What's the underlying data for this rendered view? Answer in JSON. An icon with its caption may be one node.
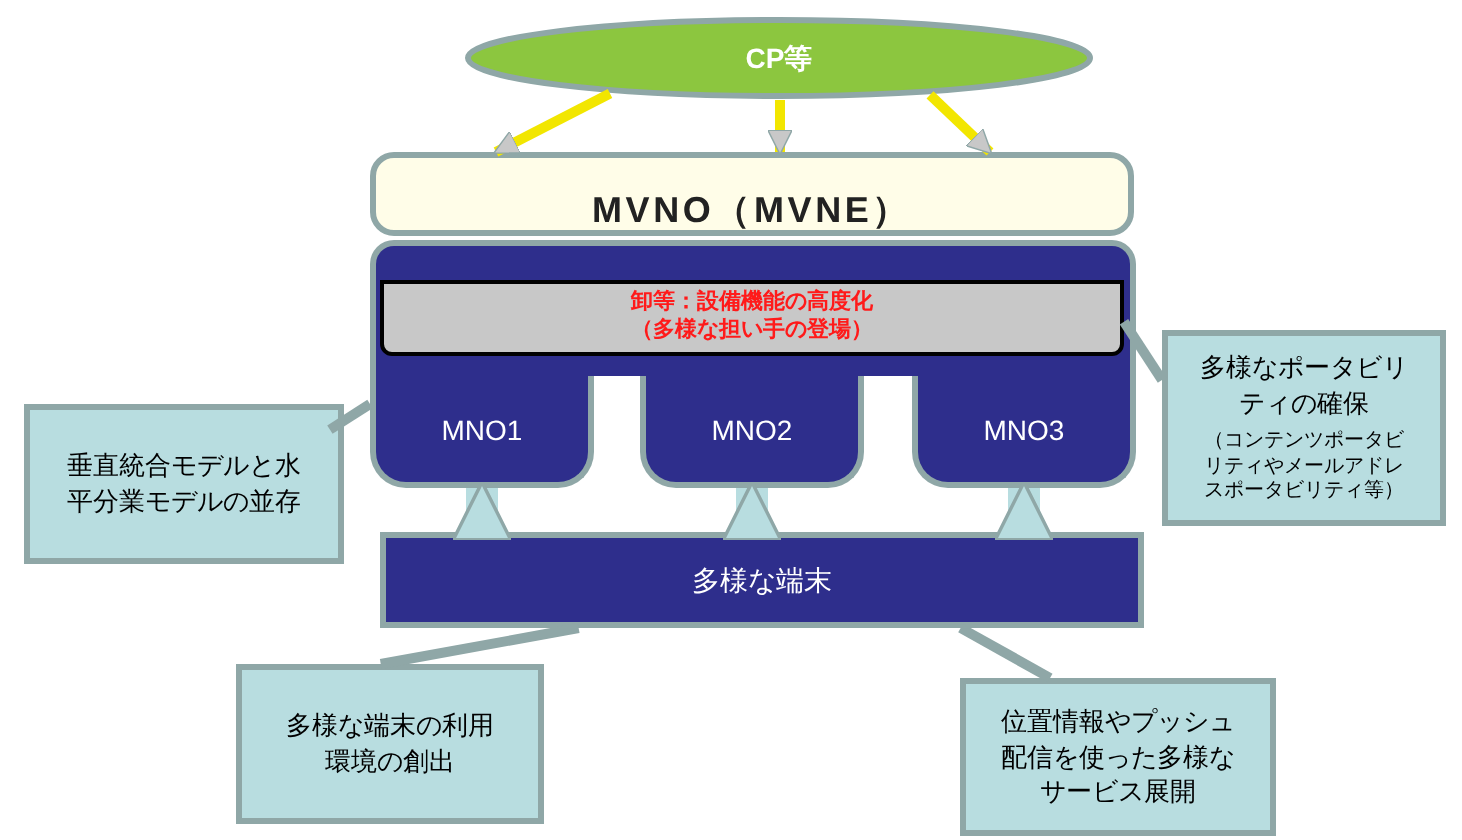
{
  "diagram": {
    "nodes": [
      {
        "text": [
          "CP等"
        ]
      },
      {
        "text": [
          "MVNO（MVNE）"
        ]
      },
      {
        "text": [
          "卸等：設備機能の高度化",
          "（多様な担い手の登場）"
        ]
      },
      {
        "text": [
          "MNO1"
        ]
      },
      {
        "text": [
          "MNO2"
        ]
      },
      {
        "text": [
          "MNO3"
        ]
      },
      {
        "text": [
          "多様な端末"
        ]
      },
      {
        "text": [
          "垂直統合モデルと水平分業モデルの並存"
        ]
      },
      {
        "text": [
          "多様なポータビリティの確保",
          "（コンテンツポータビリティやメールアドレスポータビリティ等）"
        ]
      },
      {
        "text": [
          "多様な端末の利用環境の創出"
        ]
      },
      {
        "text": [
          "位置情報やプッシュ配信を使った多様なサービス展開"
        ]
      }
    ],
    "edges": [
      {
        "from": 0,
        "to": 1,
        "arrow": "to",
        "color": "#f2e600"
      },
      {
        "from": 0,
        "to": 1,
        "arrow": "to",
        "color": "#f2e600"
      },
      {
        "from": 0,
        "to": 1,
        "arrow": "to",
        "color": "#f2e600"
      },
      {
        "from": 6,
        "to": 3,
        "arrow": "to",
        "style": "thick"
      },
      {
        "from": 6,
        "to": 4,
        "arrow": "to",
        "style": "thick"
      },
      {
        "from": 6,
        "to": 5,
        "arrow": "to",
        "style": "thick"
      },
      {
        "from": 7,
        "to": 3,
        "arrow": "none"
      },
      {
        "from": 8,
        "to": 2,
        "arrow": "none"
      },
      {
        "from": 9,
        "to": 6,
        "arrow": "none"
      },
      {
        "from": 10,
        "to": 6,
        "arrow": "none"
      }
    ]
  }
}
